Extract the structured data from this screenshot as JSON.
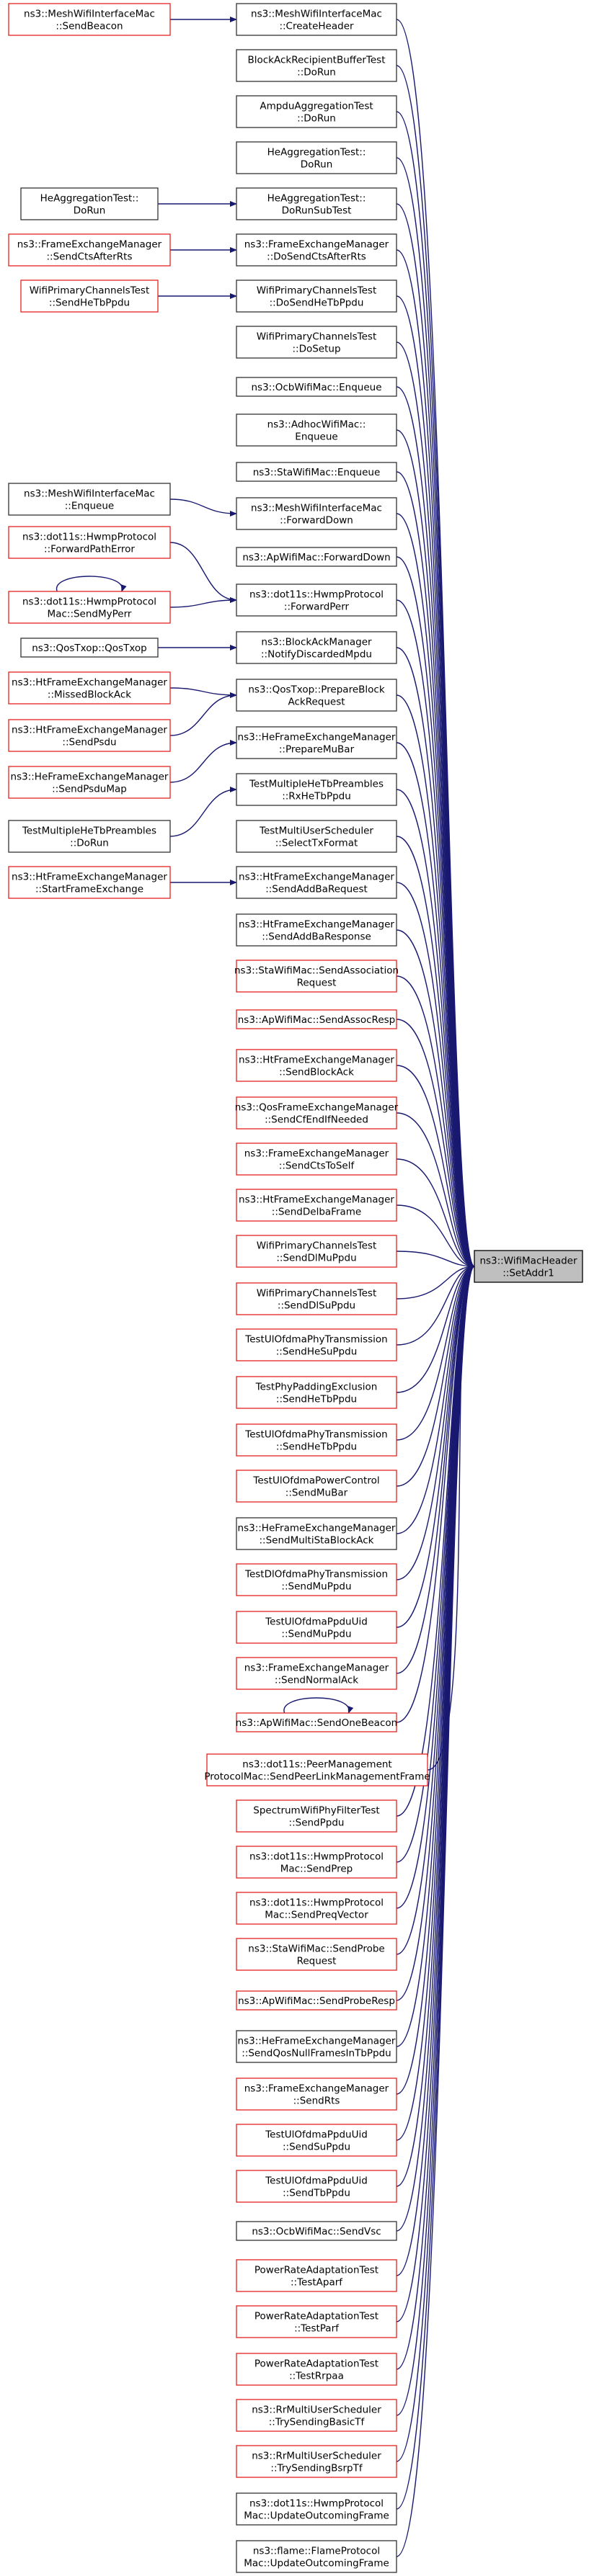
{
  "target": {
    "id": "T",
    "lines": [
      "ns3::WifiMacHeader",
      "::SetAddr1"
    ]
  },
  "colors": {
    "edge": "#191970",
    "black_border": "#333333",
    "red_border": "#e3241f",
    "target_fill": "#bfbfbf"
  },
  "nodes": [
    {
      "id": "mid1",
      "lines": [
        "ns3::MeshWifiInterfaceMac",
        "::CreateHeader"
      ],
      "style": "black"
    },
    {
      "id": "mid2",
      "lines": [
        "BlockAckRecipientBufferTest",
        "::DoRun"
      ],
      "style": "black"
    },
    {
      "id": "mid3",
      "lines": [
        "AmpduAggregationTest",
        "::DoRun"
      ],
      "style": "black"
    },
    {
      "id": "mid4",
      "lines": [
        "HeAggregationTest::",
        "DoRun"
      ],
      "style": "black"
    },
    {
      "id": "mid5",
      "lines": [
        "HeAggregationTest::",
        "DoRunSubTest"
      ],
      "style": "black"
    },
    {
      "id": "mid6",
      "lines": [
        "ns3::FrameExchangeManager",
        "::DoSendCtsAfterRts"
      ],
      "style": "black"
    },
    {
      "id": "mid7",
      "lines": [
        "WifiPrimaryChannelsTest",
        "::DoSendHeTbPpdu"
      ],
      "style": "black"
    },
    {
      "id": "mid8",
      "lines": [
        "WifiPrimaryChannelsTest",
        "::DoSetup"
      ],
      "style": "black"
    },
    {
      "id": "mid9",
      "lines": [
        "ns3::OcbWifiMac::Enqueue"
      ],
      "style": "black"
    },
    {
      "id": "mid10",
      "lines": [
        "ns3::AdhocWifiMac::",
        "Enqueue"
      ],
      "style": "black"
    },
    {
      "id": "mid11",
      "lines": [
        "ns3::StaWifiMac::Enqueue"
      ],
      "style": "black"
    },
    {
      "id": "mid12",
      "lines": [
        "ns3::MeshWifiInterfaceMac",
        "::ForwardDown"
      ],
      "style": "black"
    },
    {
      "id": "mid13",
      "lines": [
        "ns3::ApWifiMac::ForwardDown"
      ],
      "style": "black"
    },
    {
      "id": "mid14",
      "lines": [
        "ns3::dot11s::HwmpProtocol",
        "::ForwardPerr"
      ],
      "style": "black"
    },
    {
      "id": "mid15",
      "lines": [
        "ns3::BlockAckManager",
        "::NotifyDiscardedMpdu"
      ],
      "style": "black"
    },
    {
      "id": "mid16",
      "lines": [
        "ns3::QosTxop::PrepareBlock",
        "AckRequest"
      ],
      "style": "black"
    },
    {
      "id": "mid17",
      "lines": [
        "ns3::HeFrameExchangeManager",
        "::PrepareMuBar"
      ],
      "style": "black"
    },
    {
      "id": "mid18",
      "lines": [
        "TestMultipleHeTbPreambles",
        "::RxHeTbPpdu"
      ],
      "style": "black"
    },
    {
      "id": "mid19",
      "lines": [
        "TestMultiUserScheduler",
        "::SelectTxFormat"
      ],
      "style": "black"
    },
    {
      "id": "mid20",
      "lines": [
        "ns3::HtFrameExchangeManager",
        "::SendAddBaRequest"
      ],
      "style": "black"
    },
    {
      "id": "mid21",
      "lines": [
        "ns3::HtFrameExchangeManager",
        "::SendAddBaResponse"
      ],
      "style": "black"
    },
    {
      "id": "mid22",
      "lines": [
        "ns3::StaWifiMac::SendAssociation",
        "Request"
      ],
      "style": "red"
    },
    {
      "id": "mid23",
      "lines": [
        "ns3::ApWifiMac::SendAssocResp"
      ],
      "style": "red"
    },
    {
      "id": "mid24",
      "lines": [
        "ns3::HtFrameExchangeManager",
        "::SendBlockAck"
      ],
      "style": "red"
    },
    {
      "id": "mid25",
      "lines": [
        "ns3::QosFrameExchangeManager",
        "::SendCfEndIfNeeded"
      ],
      "style": "red"
    },
    {
      "id": "mid26",
      "lines": [
        "ns3::FrameExchangeManager",
        "::SendCtsToSelf"
      ],
      "style": "red"
    },
    {
      "id": "mid27",
      "lines": [
        "ns3::HtFrameExchangeManager",
        "::SendDelbaFrame"
      ],
      "style": "red"
    },
    {
      "id": "mid28",
      "lines": [
        "WifiPrimaryChannelsTest",
        "::SendDlMuPpdu"
      ],
      "style": "red"
    },
    {
      "id": "mid29",
      "lines": [
        "WifiPrimaryChannelsTest",
        "::SendDlSuPpdu"
      ],
      "style": "red"
    },
    {
      "id": "mid30",
      "lines": [
        "TestUlOfdmaPhyTransmission",
        "::SendHeSuPpdu"
      ],
      "style": "red"
    },
    {
      "id": "mid31",
      "lines": [
        "TestPhyPaddingExclusion",
        "::SendHeTbPpdu"
      ],
      "style": "red"
    },
    {
      "id": "mid32",
      "lines": [
        "TestUlOfdmaPhyTransmission",
        "::SendHeTbPpdu"
      ],
      "style": "red"
    },
    {
      "id": "mid33",
      "lines": [
        "TestUlOfdmaPowerControl",
        "::SendMuBar"
      ],
      "style": "red"
    },
    {
      "id": "mid34",
      "lines": [
        "ns3::HeFrameExchangeManager",
        "::SendMultiStaBlockAck"
      ],
      "style": "black"
    },
    {
      "id": "mid35",
      "lines": [
        "TestDlOfdmaPhyTransmission",
        "::SendMuPpdu"
      ],
      "style": "red"
    },
    {
      "id": "mid36",
      "lines": [
        "TestUlOfdmaPpduUid",
        "::SendMuPpdu"
      ],
      "style": "red"
    },
    {
      "id": "mid37",
      "lines": [
        "ns3::FrameExchangeManager",
        "::SendNormalAck"
      ],
      "style": "red"
    },
    {
      "id": "mid38",
      "lines": [
        "ns3::ApWifiMac::SendOneBeacon"
      ],
      "style": "red"
    },
    {
      "id": "mid39",
      "lines": [
        "ns3::dot11s::PeerManagement",
        "ProtocolMac::SendPeerLinkManagementFrame"
      ],
      "style": "red"
    },
    {
      "id": "mid40",
      "lines": [
        "SpectrumWifiPhyFilterTest",
        "::SendPpdu"
      ],
      "style": "red"
    },
    {
      "id": "mid41",
      "lines": [
        "ns3::dot11s::HwmpProtocol",
        "Mac::SendPrep"
      ],
      "style": "red"
    },
    {
      "id": "mid42",
      "lines": [
        "ns3::dot11s::HwmpProtocol",
        "Mac::SendPreqVector"
      ],
      "style": "red"
    },
    {
      "id": "mid43",
      "lines": [
        "ns3::StaWifiMac::SendProbe",
        "Request"
      ],
      "style": "red"
    },
    {
      "id": "mid44",
      "lines": [
        "ns3::ApWifiMac::SendProbeResp"
      ],
      "style": "red"
    },
    {
      "id": "mid45",
      "lines": [
        "ns3::HeFrameExchangeManager",
        "::SendQosNullFramesInTbPpdu"
      ],
      "style": "black"
    },
    {
      "id": "mid46",
      "lines": [
        "ns3::FrameExchangeManager",
        "::SendRts"
      ],
      "style": "red"
    },
    {
      "id": "mid47",
      "lines": [
        "TestUlOfdmaPpduUid",
        "::SendSuPpdu"
      ],
      "style": "red"
    },
    {
      "id": "mid48",
      "lines": [
        "TestUlOfdmaPpduUid",
        "::SendTbPpdu"
      ],
      "style": "red"
    },
    {
      "id": "mid49",
      "lines": [
        "ns3::OcbWifiMac::SendVsc"
      ],
      "style": "black"
    },
    {
      "id": "mid50",
      "lines": [
        "PowerRateAdaptationTest",
        "::TestAparf"
      ],
      "style": "red"
    },
    {
      "id": "mid51",
      "lines": [
        "PowerRateAdaptationTest",
        "::TestParf"
      ],
      "style": "red"
    },
    {
      "id": "mid52",
      "lines": [
        "PowerRateAdaptationTest",
        "::TestRrpaa"
      ],
      "style": "red"
    },
    {
      "id": "mid53",
      "lines": [
        "ns3::RrMultiUserScheduler",
        "::TrySendingBasicTf"
      ],
      "style": "red"
    },
    {
      "id": "mid54",
      "lines": [
        "ns3::RrMultiUserScheduler",
        "::TrySendingBsrpTf"
      ],
      "style": "red"
    },
    {
      "id": "mid55",
      "lines": [
        "ns3::dot11s::HwmpProtocol",
        "Mac::UpdateOutcomingFrame"
      ],
      "style": "black"
    },
    {
      "id": "mid56",
      "lines": [
        "ns3::flame::FlameProtocol",
        "Mac::UpdateOutcomingFrame"
      ],
      "style": "black"
    },
    {
      "id": "L1",
      "lines": [
        "ns3::MeshWifiInterfaceMac",
        "::SendBeacon"
      ],
      "style": "red"
    },
    {
      "id": "L4",
      "lines": [
        "HeAggregationTest::",
        "DoRun"
      ],
      "style": "black"
    },
    {
      "id": "L6",
      "lines": [
        "ns3::FrameExchangeManager",
        "::SendCtsAfterRts"
      ],
      "style": "red"
    },
    {
      "id": "L7",
      "lines": [
        "WifiPrimaryChannelsTest",
        "::SendHeTbPpdu"
      ],
      "style": "red"
    },
    {
      "id": "L12",
      "lines": [
        "ns3::MeshWifiInterfaceMac",
        "::Enqueue"
      ],
      "style": "black"
    },
    {
      "id": "L14a",
      "lines": [
        "ns3::dot11s::HwmpProtocol",
        "::ForwardPathError"
      ],
      "style": "red"
    },
    {
      "id": "L14b",
      "lines": [
        "ns3::dot11s::HwmpProtocol",
        "Mac::SendMyPerr"
      ],
      "style": "red"
    },
    {
      "id": "L15",
      "lines": [
        "ns3::QosTxop::QosTxop"
      ],
      "style": "black"
    },
    {
      "id": "L16a",
      "lines": [
        "ns3::HtFrameExchangeManager",
        "::MissedBlockAck"
      ],
      "style": "red"
    },
    {
      "id": "L16b",
      "lines": [
        "ns3::HtFrameExchangeManager",
        "::SendPsdu"
      ],
      "style": "red"
    },
    {
      "id": "L17",
      "lines": [
        "ns3::HeFrameExchangeManager",
        "::SendPsduMap"
      ],
      "style": "red"
    },
    {
      "id": "L18",
      "lines": [
        "TestMultipleHeTbPreambles",
        "::DoRun"
      ],
      "style": "black"
    },
    {
      "id": "L20",
      "lines": [
        "ns3::HtFrameExchangeManager",
        "::StartFrameExchange"
      ],
      "style": "red"
    }
  ],
  "edges": [
    [
      "L1",
      "mid1"
    ],
    [
      "L4",
      "mid5"
    ],
    [
      "L6",
      "mid6"
    ],
    [
      "L7",
      "mid7"
    ],
    [
      "L12",
      "mid12"
    ],
    [
      "L14a",
      "mid14"
    ],
    [
      "L14b",
      "mid14"
    ],
    [
      "L14b",
      "L14b"
    ],
    [
      "L15",
      "mid15"
    ],
    [
      "L16a",
      "mid16"
    ],
    [
      "L16b",
      "mid16"
    ],
    [
      "L17",
      "mid17"
    ],
    [
      "L18",
      "mid18"
    ],
    [
      "L20",
      "mid20"
    ],
    [
      "mid38",
      "mid38"
    ],
    [
      "mid1",
      "T"
    ],
    [
      "mid2",
      "T"
    ],
    [
      "mid3",
      "T"
    ],
    [
      "mid4",
      "T"
    ],
    [
      "mid5",
      "T"
    ],
    [
      "mid6",
      "T"
    ],
    [
      "mid7",
      "T"
    ],
    [
      "mid8",
      "T"
    ],
    [
      "mid9",
      "T"
    ],
    [
      "mid10",
      "T"
    ],
    [
      "mid11",
      "T"
    ],
    [
      "mid12",
      "T"
    ],
    [
      "mid13",
      "T"
    ],
    [
      "mid14",
      "T"
    ],
    [
      "mid15",
      "T"
    ],
    [
      "mid16",
      "T"
    ],
    [
      "mid17",
      "T"
    ],
    [
      "mid18",
      "T"
    ],
    [
      "mid19",
      "T"
    ],
    [
      "mid20",
      "T"
    ],
    [
      "mid21",
      "T"
    ],
    [
      "mid22",
      "T"
    ],
    [
      "mid23",
      "T"
    ],
    [
      "mid24",
      "T"
    ],
    [
      "mid25",
      "T"
    ],
    [
      "mid26",
      "T"
    ],
    [
      "mid27",
      "T"
    ],
    [
      "mid28",
      "T"
    ],
    [
      "mid29",
      "T"
    ],
    [
      "mid30",
      "T"
    ],
    [
      "mid31",
      "T"
    ],
    [
      "mid32",
      "T"
    ],
    [
      "mid33",
      "T"
    ],
    [
      "mid34",
      "T"
    ],
    [
      "mid35",
      "T"
    ],
    [
      "mid36",
      "T"
    ],
    [
      "mid37",
      "T"
    ],
    [
      "mid38",
      "T"
    ],
    [
      "mid39",
      "T"
    ],
    [
      "mid40",
      "T"
    ],
    [
      "mid41",
      "T"
    ],
    [
      "mid42",
      "T"
    ],
    [
      "mid43",
      "T"
    ],
    [
      "mid44",
      "T"
    ],
    [
      "mid45",
      "T"
    ],
    [
      "mid46",
      "T"
    ],
    [
      "mid47",
      "T"
    ],
    [
      "mid48",
      "T"
    ],
    [
      "mid49",
      "T"
    ],
    [
      "mid50",
      "T"
    ],
    [
      "mid51",
      "T"
    ],
    [
      "mid52",
      "T"
    ],
    [
      "mid53",
      "T"
    ],
    [
      "mid54",
      "T"
    ],
    [
      "mid55",
      "T"
    ],
    [
      "mid56",
      "T"
    ]
  ]
}
